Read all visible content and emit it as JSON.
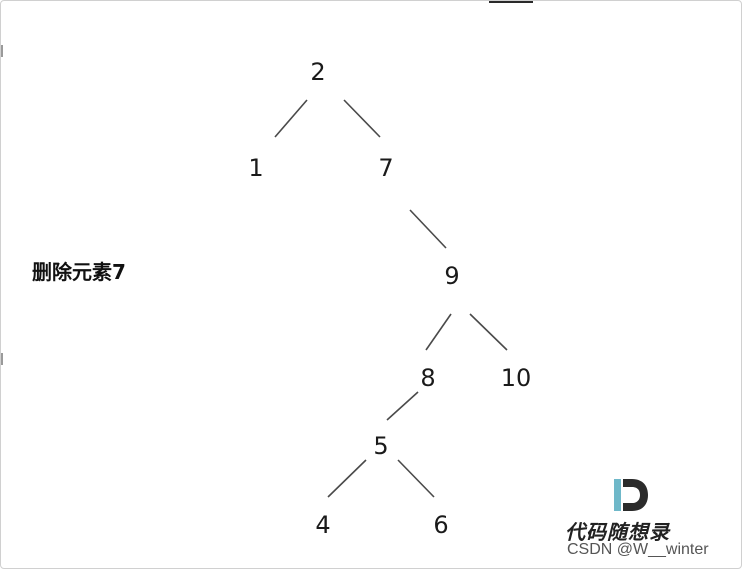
{
  "caption": "删除元素7",
  "tree": {
    "nodes": [
      {
        "id": "n2",
        "label": "2"
      },
      {
        "id": "n1",
        "label": "1"
      },
      {
        "id": "n7",
        "label": "7"
      },
      {
        "id": "n9",
        "label": "9"
      },
      {
        "id": "n8",
        "label": "8"
      },
      {
        "id": "n10",
        "label": "10"
      },
      {
        "id": "n5",
        "label": "5"
      },
      {
        "id": "n4",
        "label": "4"
      },
      {
        "id": "n6",
        "label": "6"
      }
    ],
    "edges": [
      {
        "from": "n2",
        "to": "n1"
      },
      {
        "from": "n2",
        "to": "n7"
      },
      {
        "from": "n7",
        "to": "n9"
      },
      {
        "from": "n9",
        "to": "n8"
      },
      {
        "from": "n9",
        "to": "n10"
      },
      {
        "from": "n8",
        "to": "n5"
      },
      {
        "from": "n5",
        "to": "n4"
      },
      {
        "from": "n5",
        "to": "n6"
      }
    ]
  },
  "watermark": {
    "brand": "代码随想录",
    "credit": "CSDN @W__winter"
  },
  "colors": {
    "text": "#1a1a1a",
    "edge": "#4a4a4a",
    "logo_dark": "#2b2b2b",
    "logo_accent": "#6fb8c9"
  }
}
